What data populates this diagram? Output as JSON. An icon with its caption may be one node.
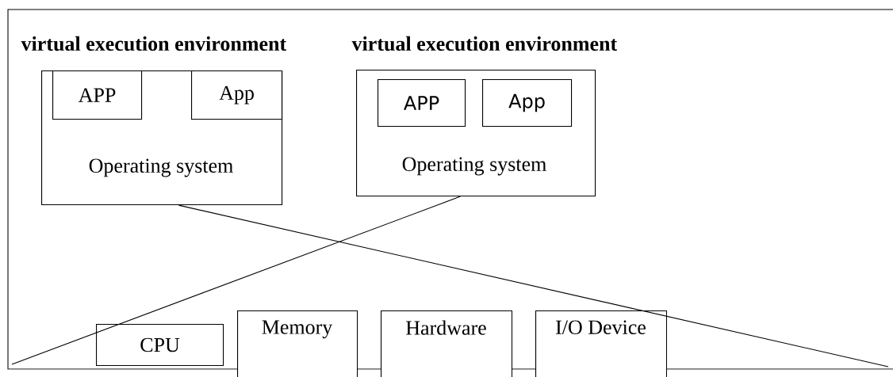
{
  "diagram": {
    "nodes": [
      {
        "text": [
          "virtual execution environment",
          "Operating system"
        ]
      },
      {
        "text": [
          "APP"
        ],
        "in": 0
      },
      {
        "text": [
          "App"
        ],
        "in": 0
      },
      {
        "text": [
          "virtual execution environment",
          "Operating system"
        ]
      },
      {
        "text": [
          "APP"
        ],
        "in": 3
      },
      {
        "text": [
          "App"
        ],
        "in": 3
      },
      {
        "text": [
          "CPU"
        ]
      },
      {
        "text": [
          "Memory"
        ]
      },
      {
        "text": [
          "Hardware"
        ]
      },
      {
        "text": [
          "I/O Device"
        ]
      }
    ],
    "edges": [
      {
        "from": 0,
        "to": null,
        "arrow": "none"
      },
      {
        "from": 3,
        "to": null,
        "arrow": "none"
      }
    ]
  }
}
